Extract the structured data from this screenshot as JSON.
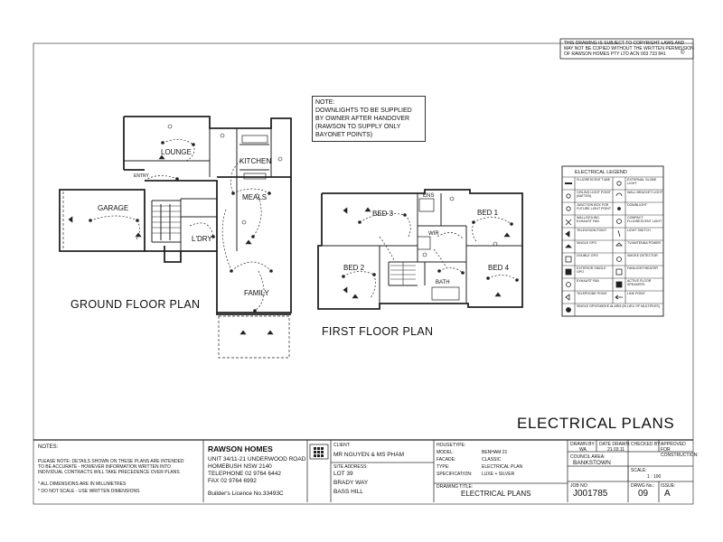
{
  "copyright": [
    "THIS DRAWING IS SUBJECT TO COPYRIGHT LAWS AND",
    "MAY NOT BE COPIED WITHOUT THE WRITTEN PERMISSION",
    "OF RAWSON HOMES PTY LTD ACN 003 733 841"
  ],
  "copyright_symbol": "©",
  "note": {
    "label": "NOTE:",
    "lines": [
      "DOWNLIGHTS TO BE SUPPLIED",
      "BY OWNER AFTER HANDOVER",
      "(RAWSON TO SUPPLY ONLY",
      "BAYONET POINTS)"
    ]
  },
  "ground_floor": {
    "title": "GROUND FLOOR PLAN",
    "rooms": {
      "lounge": "LOUNGE",
      "kitchen": "KITCHEN",
      "entry": "ENTRY",
      "garage": "GARAGE",
      "meals": "MEALS",
      "ldry": "L'DRY",
      "family": "FAMILY"
    }
  },
  "first_floor": {
    "title": "FIRST FLOOR PLAN",
    "rooms": {
      "ens": "ENS",
      "bed3": "BED 3",
      "bed1": "BED 1",
      "wir": "WIR",
      "bed2": "BED 2",
      "bed4": "BED 4",
      "bath": "BATH"
    }
  },
  "legend": {
    "title": "ELECTRICAL LEGEND",
    "rows": [
      [
        "FLUORESCENT TUBE",
        "EXTERNAL GLOBE LIGHT"
      ],
      [
        "CEILING LIGHT POINT (BATTEN)",
        "WALL BRACKET LIGHT"
      ],
      [
        "JUNCTION BOX FOR FUTURE LIGHT POINT",
        "DOWNLIGHT"
      ],
      [
        "WALL/CEILING EXHAUST FAN",
        "COMPACT FLUORESCENT LIGHT"
      ],
      [
        "TELEVISION POINT",
        "LIGHT SWITCH"
      ],
      [
        "SINGLE GPO",
        "TV/ANTENNA POWER"
      ],
      [
        "DOUBLE GPO",
        "SMOKE DETECTOR"
      ],
      [
        "EXTERIOR SINGLE GPO",
        "FAN/LIGHT/HEATER"
      ],
      [
        "EXHAUST FAN",
        "ACTIVE FLOOR SPEAKERS"
      ],
      [
        "TELEPHONE POINT",
        "LINK POINT"
      ],
      [
        "SINGLE GPO/SMOKE ALARM (IN LIEU OF MULTIPLES)",
        ""
      ]
    ]
  },
  "sheet_title": "ELECTRICAL PLANS",
  "title_block": {
    "notes_label": "NOTES:",
    "notes": [
      "PLEASE NOTE: DETAILS SHOWN ON THESE PLANS ARE INTENDED",
      "TO BE ACCURATE - HOWEVER INFORMATION WRITTEN INTO",
      "INDIVIDUAL CONTRACTS WILL TAKE PRECEDENCE OVER PLANS"
    ],
    "notes2": [
      "* ALL DIMENSIONS ARE IN MILLIMETRES",
      "* DO NOT SCALE - USE WRITTEN DIMENSIONS"
    ],
    "company": {
      "name": "RAWSON HOMES",
      "address1": "UNIT 34/11-21 UNDERWOOD ROAD",
      "address2": "HOMEBUSH NSW 2140",
      "phone": "TELEPHONE 02 9764 6442",
      "fax": "FAX 02 9764 6992",
      "licence": "Builder's Licence No.33493C"
    },
    "client_label": "CLIENT:",
    "client": "MR NGUYEN & MS PHAM",
    "site_label": "SITE ADDRESS:",
    "site": [
      "LOT 39",
      "BRADY WAY",
      "BASS HILL"
    ],
    "housetype_label": "HOUSETYPE:",
    "model_label": "MODEL:",
    "model": "BENHAM 21",
    "facade_label": "FACADE:",
    "facade": "CLASSIC",
    "type_label": "TYPE:",
    "type": "ELECTRICAL PLAN",
    "spec_label": "SPECIFICATION:",
    "spec": "LUXE + SILVER",
    "drawing_title_label": "DRAWING TITLE:",
    "drawing_title": "ELECTRICAL PLANS",
    "drawn_by_label": "DRAWN BY:",
    "drawn_by": "WA",
    "date_label": "DATE DRAWN:",
    "date": "21.03.11",
    "checked_label": "CHECKED BY:",
    "approved_label": "APPROVED FOR CONSTRUCTION:",
    "council_label": "COUNCIL AREA:",
    "council": "BANKSTOWN",
    "scale_label": "SCALE:",
    "scale": "1 : 100",
    "job_label": "JOB NO:",
    "job": "J001785",
    "dwg_label": "DRWG No.:",
    "dwg": "09",
    "issue_label": "ISSUE:",
    "issue": "A"
  }
}
